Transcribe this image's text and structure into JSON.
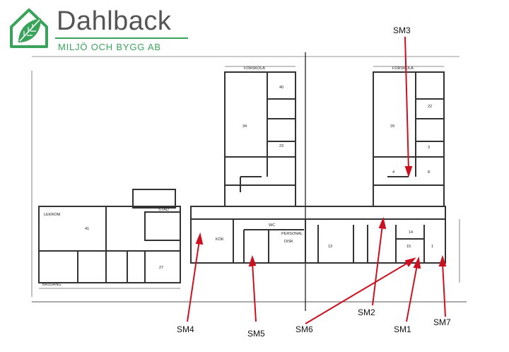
{
  "brand": {
    "name": "Dahlback",
    "tagline": "MILJÖ OCH BYGG AB",
    "color": "#3aa35b"
  },
  "plan": {
    "room_labels": {
      "north_wing_left": "FÖRSKOLA",
      "north_wing_right": "FÖRSKOLA",
      "office": "STÄD",
      "left_wing": "LEKROM",
      "bottom_left": "BASSÄNG",
      "kitchen": "KÖK",
      "toilet": "WC",
      "personal": "PERSONAL",
      "dish": "DISK",
      "room_14": "14",
      "room_15": "15",
      "room_13": "13",
      "room_1": "1",
      "room_3": "3",
      "room_4": "4",
      "room_8": "8",
      "room_23": "23",
      "room_22": "22",
      "room_29": "29",
      "room_34": "34",
      "room_40": "40",
      "room_41": "41",
      "room_27": "27"
    }
  },
  "markers": {
    "color": "#cc1020",
    "items": [
      {
        "id": "SM1",
        "label": "SM1"
      },
      {
        "id": "SM2",
        "label": "SM2"
      },
      {
        "id": "SM3",
        "label": "SM3"
      },
      {
        "id": "SM4",
        "label": "SM4"
      },
      {
        "id": "SM5",
        "label": "SM5"
      },
      {
        "id": "SM6",
        "label": "SM6"
      },
      {
        "id": "SM7",
        "label": "SM7"
      }
    ]
  }
}
